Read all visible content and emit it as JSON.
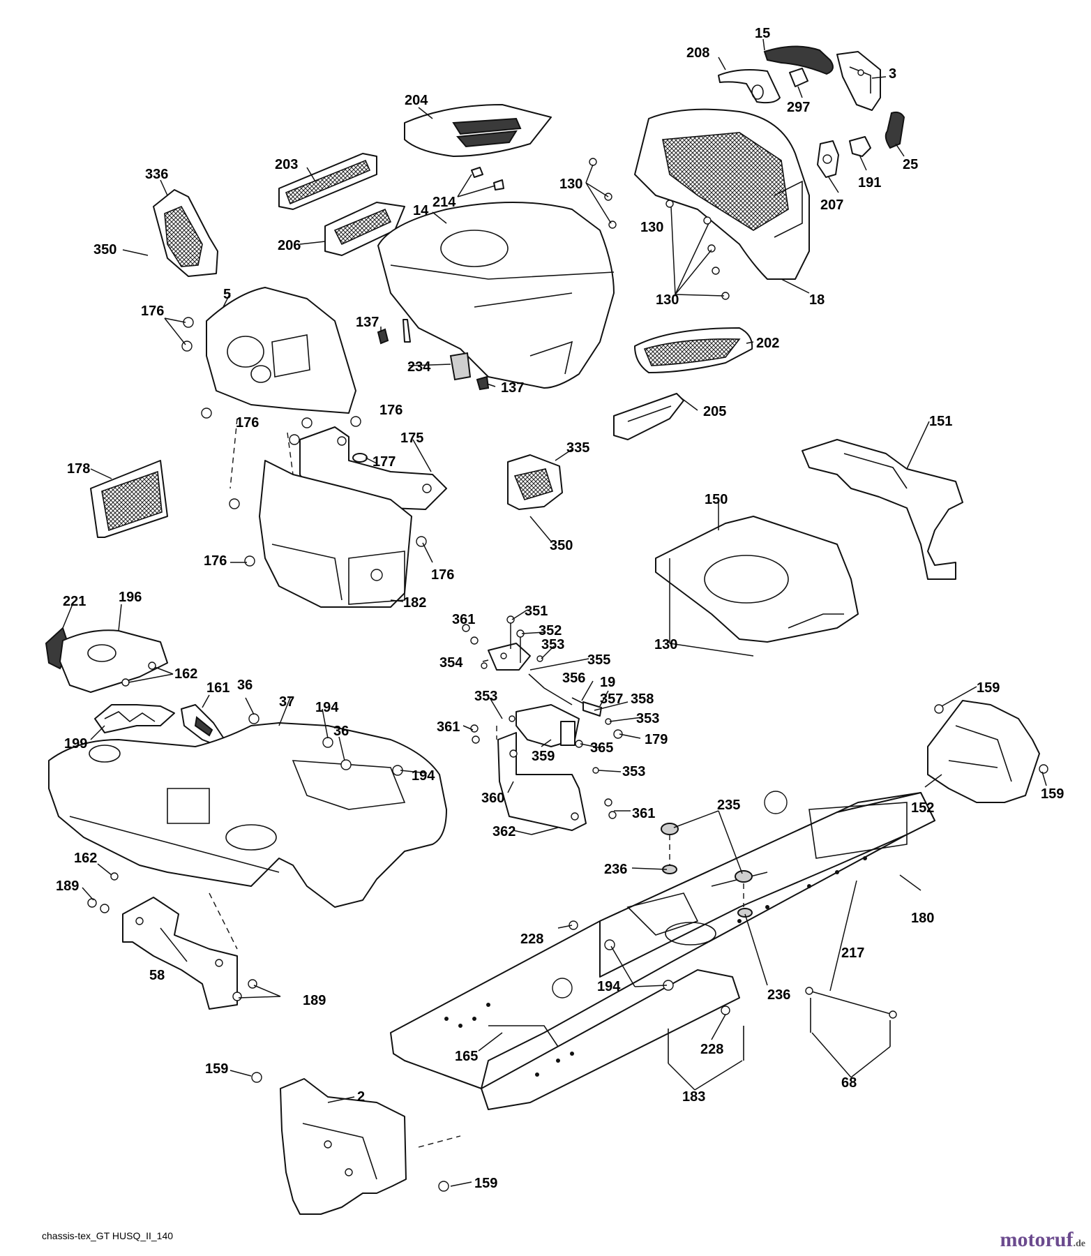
{
  "drawing_ref": "chassis-tex_GT HUSQ_II_140",
  "brand": {
    "main": "motoruf",
    "accent": "",
    "tld": ".de"
  },
  "colors": {
    "line": "#111111",
    "brand": "#6b4a8e"
  },
  "callouts": [
    "15",
    "208",
    "3",
    "297",
    "25",
    "191",
    "207",
    "204",
    "203",
    "336",
    "214",
    "14",
    "130",
    "130",
    "130",
    "130",
    "350",
    "206",
    "18",
    "5",
    "176",
    "137",
    "202",
    "234",
    "137",
    "176",
    "176",
    "205",
    "151",
    "335",
    "175",
    "177",
    "178",
    "150",
    "350",
    "176",
    "176",
    "182",
    "221",
    "196",
    "351",
    "352",
    "353",
    "361",
    "355",
    "354",
    "162",
    "356",
    "19",
    "357",
    "358",
    "353",
    "353",
    "179",
    "361",
    "365",
    "359",
    "161",
    "36",
    "37",
    "194",
    "36",
    "199",
    "194",
    "353",
    "360",
    "361",
    "159",
    "152",
    "159",
    "362",
    "235",
    "162",
    "236",
    "189",
    "180",
    "228",
    "217",
    "58",
    "194",
    "236",
    "189",
    "228",
    "165",
    "68",
    "183",
    "159",
    "2",
    "159",
    "130"
  ]
}
